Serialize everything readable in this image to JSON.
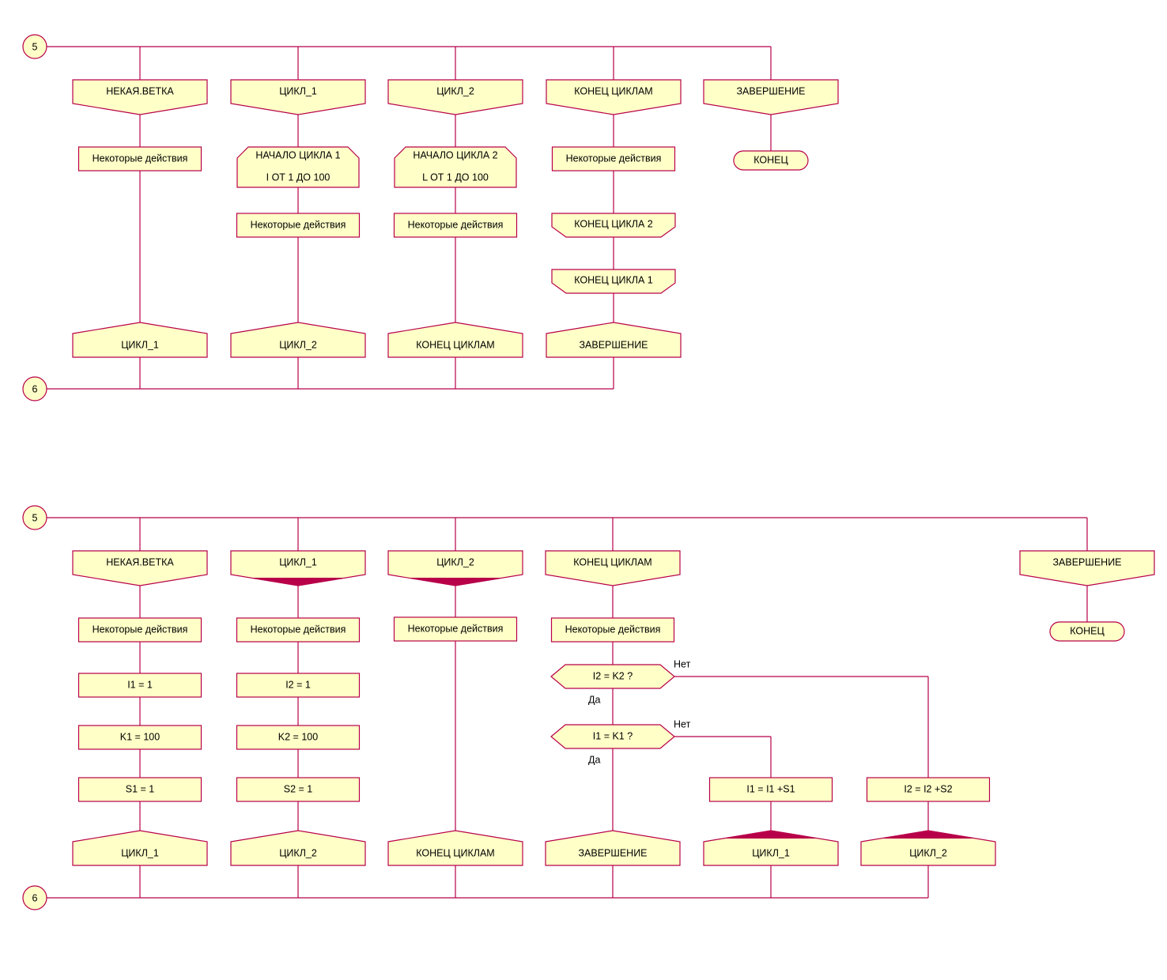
{
  "colors": {
    "stroke": "#b8004a",
    "fill": "#ffffc8",
    "background": "#ffffff"
  },
  "top": {
    "connector_in": "5",
    "connector_out": "6",
    "headers": [
      "НЕКАЯ.ВЕТКА",
      "ЦИКЛ_1",
      "ЦИКЛ_2",
      "КОНЕЦ ЦИКЛАМ",
      "ЗАВЕРШЕНИЕ"
    ],
    "actions": [
      "Некоторые действия",
      "Некоторые действия",
      "Некоторые действия",
      "Некоторые действия"
    ],
    "loop_starts": [
      {
        "title": "НАЧАЛО ЦИКЛА 1",
        "range": "I  ОТ  1  ДО  100"
      },
      {
        "title": "НАЧАЛО ЦИКЛА 2",
        "range": "L  ОТ  1  ДО  100"
      }
    ],
    "loop_ends": [
      "КОНЕЦ ЦИКЛА 2",
      "КОНЕЦ ЦИКЛА  1"
    ],
    "addresses": [
      "ЦИКЛ_1",
      "ЦИКЛ_2",
      "КОНЕЦ ЦИКЛАМ",
      "ЗАВЕРШЕНИЕ"
    ],
    "terminator": "КОНЕЦ"
  },
  "bottom": {
    "connector_in": "5",
    "connector_out": "6",
    "headers": [
      "НЕКАЯ.ВЕТКА",
      "ЦИКЛ_1",
      "ЦИКЛ_2",
      "КОНЕЦ ЦИКЛАМ",
      "ЗАВЕРШЕНИЕ"
    ],
    "actions": [
      "Некоторые действия",
      "Некоторые действия",
      "Некоторые действия",
      "Некоторые действия"
    ],
    "init1": [
      "I1 = 1",
      "K1 = 100",
      "S1 = 1"
    ],
    "init2": [
      "I2 = 1",
      "K2 = 100",
      "S2 = 1"
    ],
    "decisions": [
      {
        "question": "I2 = K2 ?",
        "yes": "Да",
        "no": "Нет"
      },
      {
        "question": "I1 = K1 ?",
        "yes": "Да",
        "no": "Нет"
      }
    ],
    "increments": [
      "I1 = I1 +S1",
      "I2 = I2 +S2"
    ],
    "addresses": [
      "ЦИКЛ_1",
      "ЦИКЛ_2",
      "КОНЕЦ ЦИКЛАМ",
      "ЗАВЕРШЕНИЕ",
      "ЦИКЛ_1",
      "ЦИКЛ_2"
    ],
    "terminator": "КОНЕЦ"
  }
}
